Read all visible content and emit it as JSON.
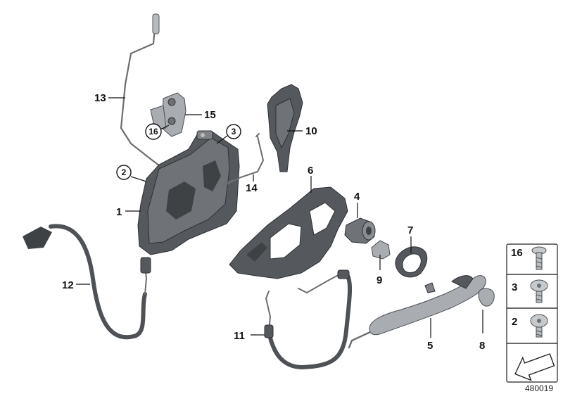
{
  "diagram": {
    "callouts": {
      "c1": "1",
      "c4": "4",
      "c5": "5",
      "c6": "6",
      "c7": "7",
      "c8": "8",
      "c9": "9",
      "c10": "10",
      "c11": "11",
      "c12": "12",
      "c13": "13",
      "c14": "14",
      "c15": "15"
    },
    "circled_callouts": {
      "c2": "2",
      "c3": "3",
      "c16": "16"
    },
    "legend": {
      "items": [
        "16",
        "3",
        "2"
      ]
    },
    "reference_number": "480019",
    "colors": {
      "part_dark": "#55595d",
      "part_light": "#a9adb1",
      "line": "#111111"
    },
    "icons": {
      "arrow_panel": "direction-arrow-icon",
      "screw": "torx-screw-icon"
    }
  }
}
